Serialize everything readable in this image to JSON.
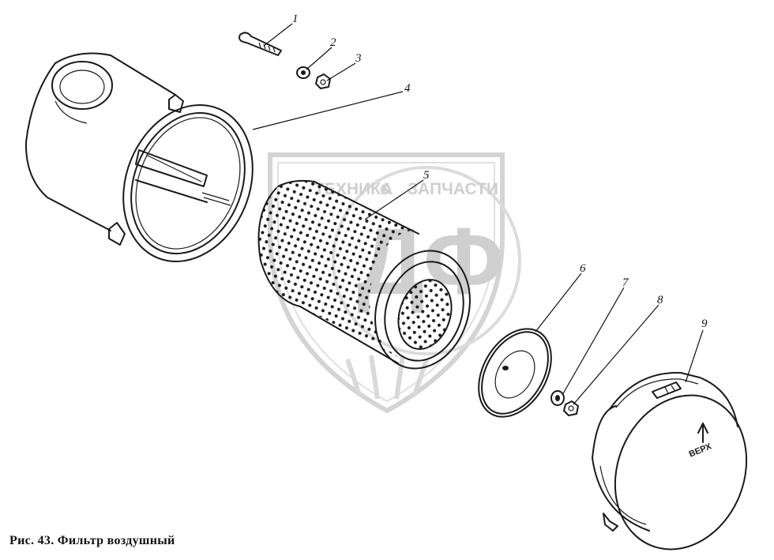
{
  "figure": {
    "caption": "Рис. 43. Фильтр воздушный"
  },
  "watermark": {
    "left_text": "ТЕХНИКА",
    "right_text": "ЗАПЧАСТИ",
    "monogram": "ДФ",
    "color": "#cfcfcf"
  },
  "callouts": [
    {
      "label": "1"
    },
    {
      "label": "2"
    },
    {
      "label": "3"
    },
    {
      "label": "4"
    },
    {
      "label": "5"
    },
    {
      "label": "6"
    },
    {
      "label": "7"
    },
    {
      "label": "8"
    },
    {
      "label": "9"
    }
  ],
  "cover_marking": "ВЕРХ"
}
